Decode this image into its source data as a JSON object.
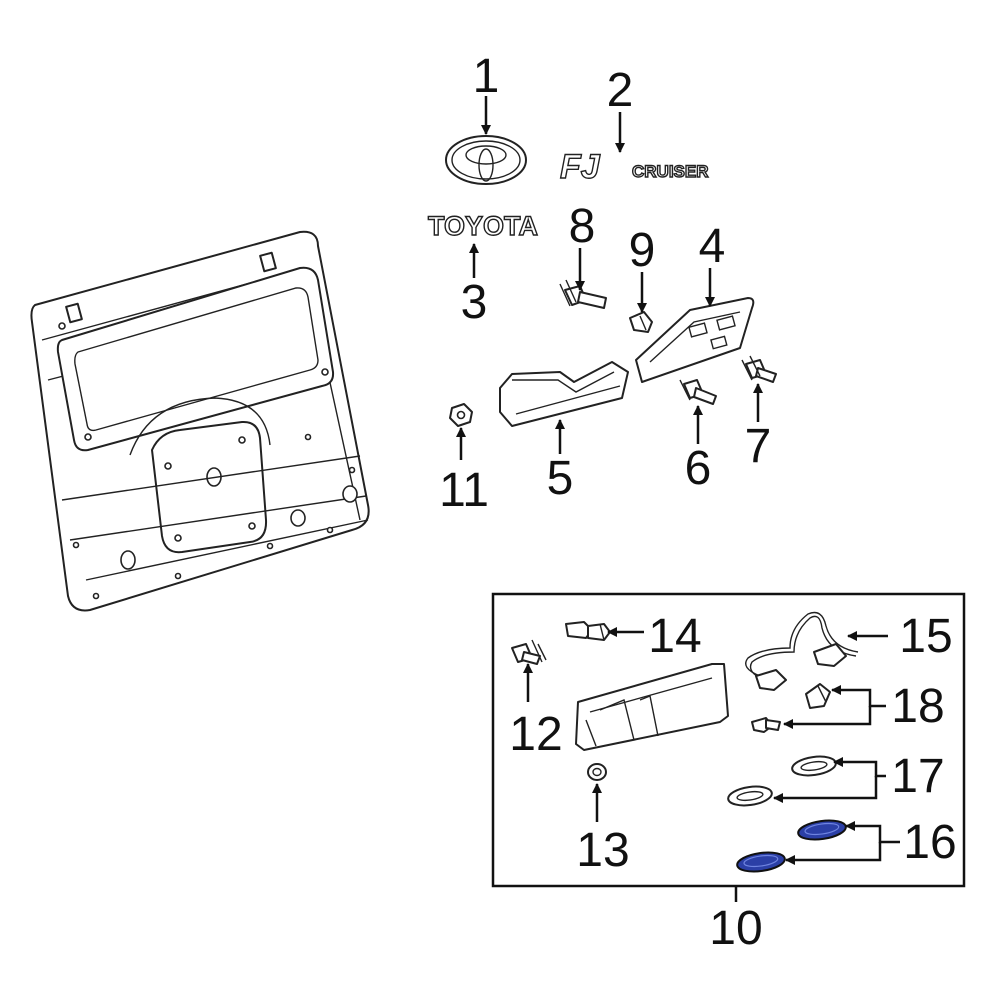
{
  "diagram": {
    "emblem_texts": {
      "toyota_wordmark": "TOYOTA",
      "fj_letters": "FJ",
      "cruiser_word": "CRUISER"
    },
    "callouts": [
      {
        "id": "c1",
        "label": "1"
      },
      {
        "id": "c2",
        "label": "2"
      },
      {
        "id": "c3",
        "label": "3"
      },
      {
        "id": "c4",
        "label": "4"
      },
      {
        "id": "c5",
        "label": "5"
      },
      {
        "id": "c6",
        "label": "6"
      },
      {
        "id": "c7",
        "label": "7"
      },
      {
        "id": "c8",
        "label": "8"
      },
      {
        "id": "c9",
        "label": "9"
      },
      {
        "id": "c10",
        "label": "10"
      },
      {
        "id": "c11",
        "label": "11"
      },
      {
        "id": "c12",
        "label": "12"
      },
      {
        "id": "c13",
        "label": "13"
      },
      {
        "id": "c14",
        "label": "14"
      },
      {
        "id": "c15",
        "label": "15"
      },
      {
        "id": "c16",
        "label": "16"
      },
      {
        "id": "c17",
        "label": "17"
      },
      {
        "id": "c18",
        "label": "18"
      }
    ],
    "colors": {
      "line": "#222222",
      "highlight": "#2b3fa6",
      "background": "#ffffff"
    }
  }
}
